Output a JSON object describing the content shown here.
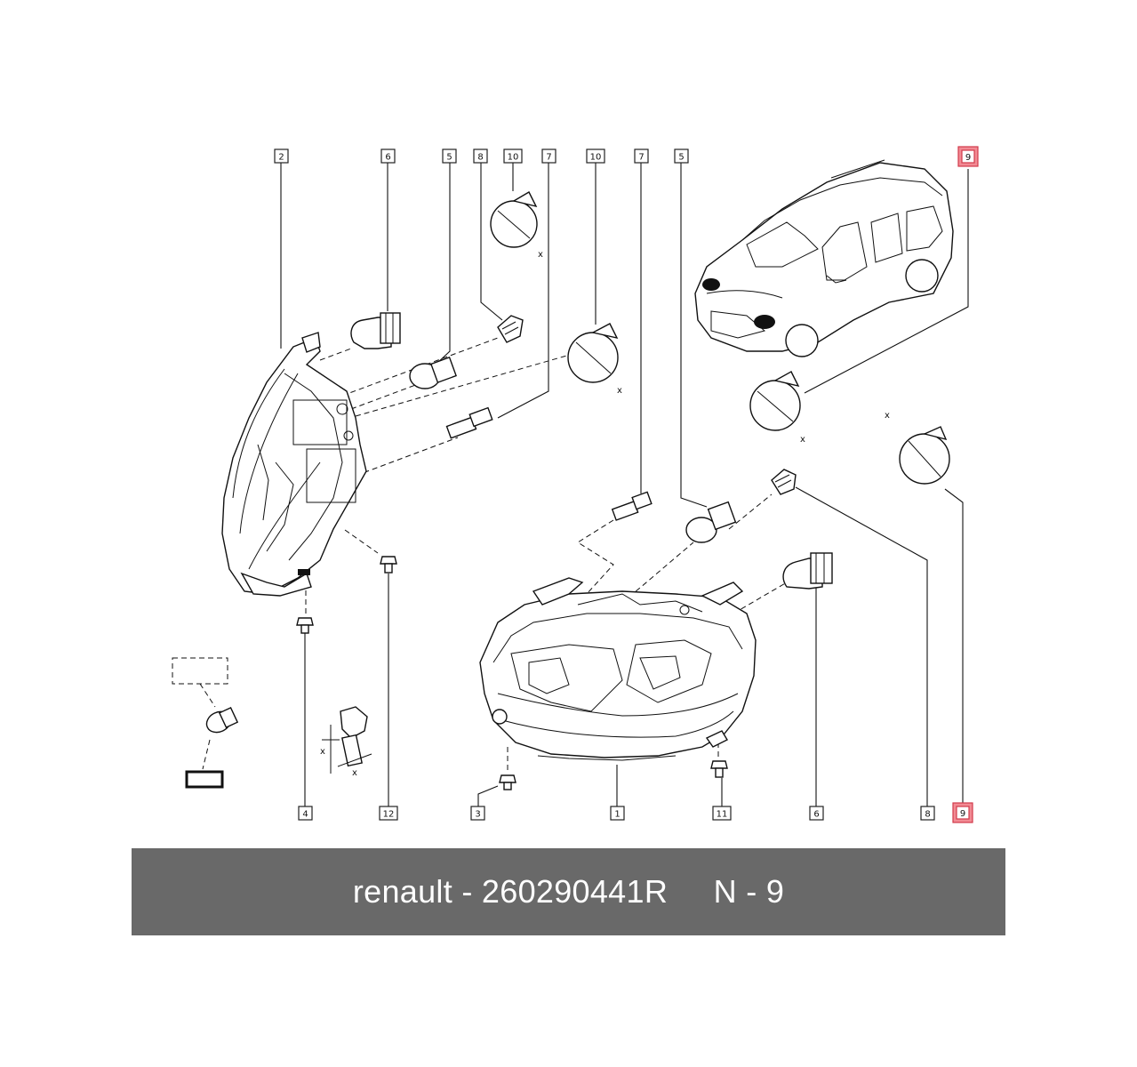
{
  "diagram": {
    "callouts": [
      {
        "id": "c-2-top",
        "label": "2",
        "highlight": false
      },
      {
        "id": "c-6-top",
        "label": "6",
        "highlight": false
      },
      {
        "id": "c-5-top-left",
        "label": "5",
        "highlight": false
      },
      {
        "id": "c-8-top",
        "label": "8",
        "highlight": false
      },
      {
        "id": "c-10-top-left",
        "label": "10",
        "highlight": false
      },
      {
        "id": "c-7-top-left",
        "label": "7",
        "highlight": false
      },
      {
        "id": "c-10-top-right",
        "label": "10",
        "highlight": false
      },
      {
        "id": "c-7-top-right",
        "label": "7",
        "highlight": false
      },
      {
        "id": "c-5-top-right",
        "label": "5",
        "highlight": false
      },
      {
        "id": "c-9-top",
        "label": "9",
        "highlight": true
      },
      {
        "id": "c-4-bottom",
        "label": "4",
        "highlight": false
      },
      {
        "id": "c-12-bottom",
        "label": "12",
        "highlight": false
      },
      {
        "id": "c-3-bottom",
        "label": "3",
        "highlight": false
      },
      {
        "id": "c-1-bottom",
        "label": "1",
        "highlight": false
      },
      {
        "id": "c-11-bottom",
        "label": "11",
        "highlight": false
      },
      {
        "id": "c-6-bottom",
        "label": "6",
        "highlight": false
      },
      {
        "id": "c-8-bottom",
        "label": "8",
        "highlight": false
      },
      {
        "id": "c-9-bottom",
        "label": "9",
        "highlight": true
      }
    ],
    "dimension_marks": [
      "x",
      "x",
      "x",
      "x",
      "x",
      "x"
    ]
  },
  "footer": {
    "text": "renault - 260290441R     N - 9",
    "background": "#696969",
    "color": "#ffffff"
  },
  "colors": {
    "highlight_fill": "#f28b94",
    "highlight_stroke": "#d23a4a"
  }
}
